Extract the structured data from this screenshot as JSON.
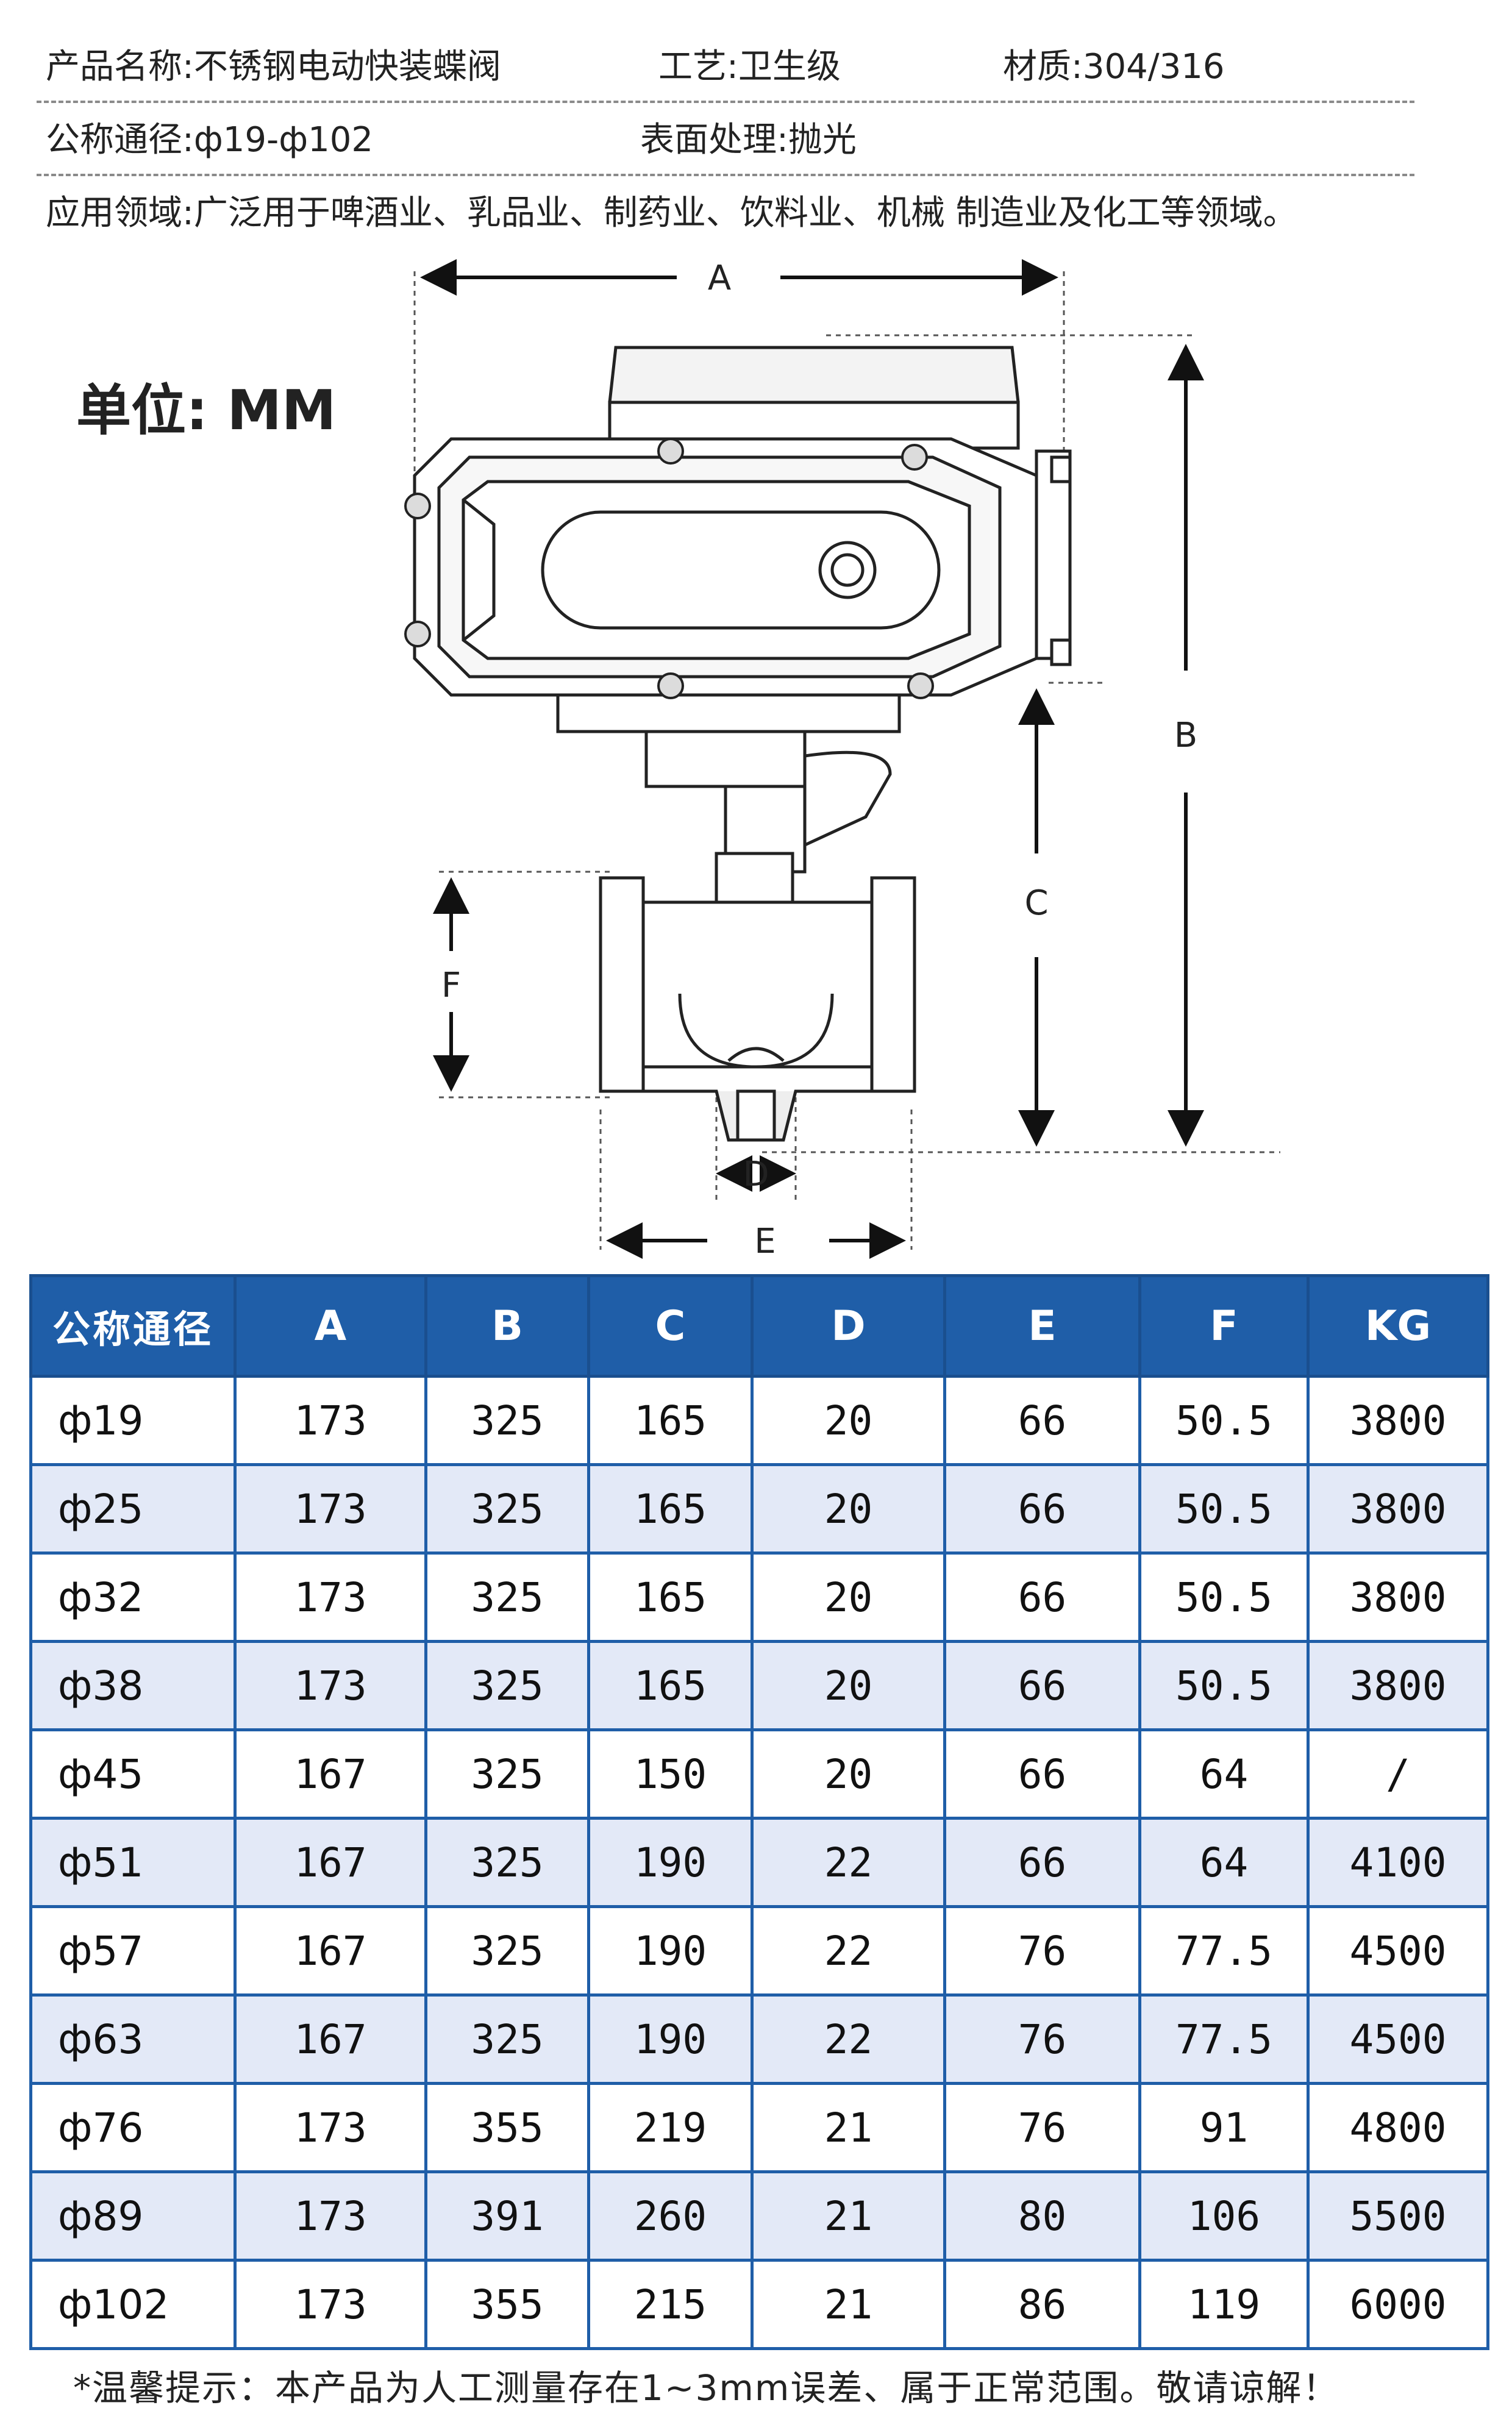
{
  "info": {
    "product_name": "产品名称:不锈钢电动快装蝶阀",
    "process": "工艺:卫生级",
    "material": "材质:304/316",
    "nominal_diameter": "公称通径:ф19-ф102",
    "surface": "表面处理:抛光",
    "application": "应用领域:广泛用于啤酒业、乳品业、制药业、饮料业、机械 制造业及化工等领域。"
  },
  "unit": "单位: MM",
  "dimension_labels": {
    "A": "A",
    "B": "B",
    "C": "C",
    "D": "D",
    "E": "E",
    "F": "F"
  },
  "table": {
    "headers": [
      "公称通径",
      "A",
      "B",
      "C",
      "D",
      "E",
      "F",
      "KG"
    ],
    "rows": [
      [
        "ф19",
        "173",
        "325",
        "165",
        "20",
        "66",
        "50.5",
        "3800"
      ],
      [
        "ф25",
        "173",
        "325",
        "165",
        "20",
        "66",
        "50.5",
        "3800"
      ],
      [
        "ф32",
        "173",
        "325",
        "165",
        "20",
        "66",
        "50.5",
        "3800"
      ],
      [
        "ф38",
        "173",
        "325",
        "165",
        "20",
        "66",
        "50.5",
        "3800"
      ],
      [
        "ф45",
        "167",
        "325",
        "150",
        "20",
        "66",
        "64",
        "/"
      ],
      [
        "ф51",
        "167",
        "325",
        "190",
        "22",
        "66",
        "64",
        "4100"
      ],
      [
        "ф57",
        "167",
        "325",
        "190",
        "22",
        "76",
        "77.5",
        "4500"
      ],
      [
        "ф63",
        "167",
        "325",
        "190",
        "22",
        "76",
        "77.5",
        "4500"
      ],
      [
        "ф76",
        "173",
        "355",
        "219",
        "21",
        "76",
        "91",
        "4800"
      ],
      [
        "ф89",
        "173",
        "391",
        "260",
        "21",
        "80",
        "106",
        "5500"
      ],
      [
        "ф102",
        "173",
        "355",
        "215",
        "21",
        "86",
        "119",
        "6000"
      ]
    ]
  },
  "tip": "*温馨提示：本产品为人工测量存在1~3mm误差、属于正常范围。敬请谅解！",
  "colors": {
    "header_bg": "#1f5ea8",
    "row_alt_bg": "#e3e9f7",
    "border": "#1f5ea8"
  }
}
